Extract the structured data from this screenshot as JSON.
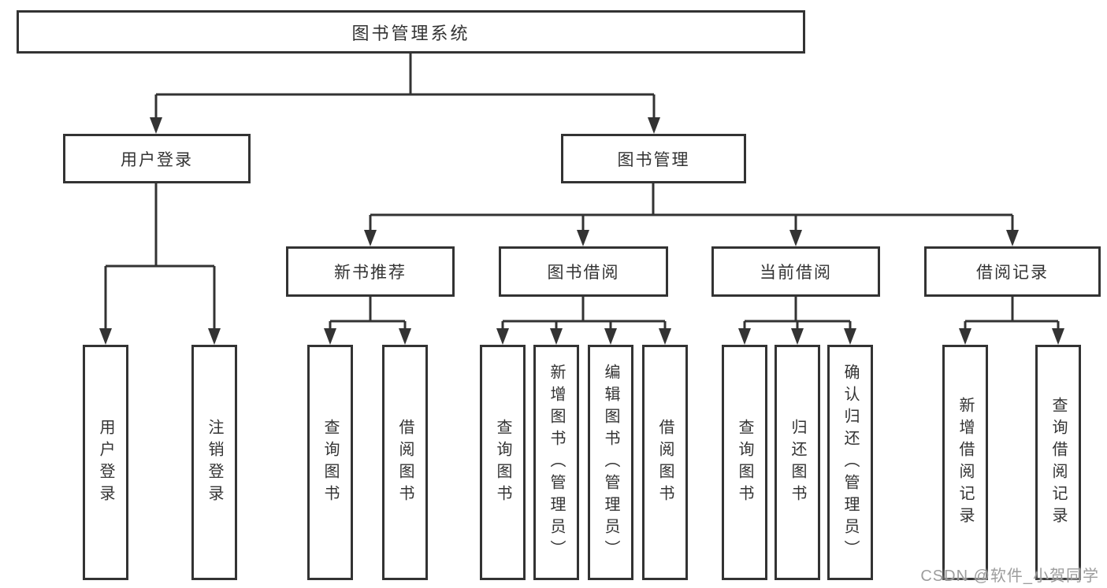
{
  "root": {
    "label": "图书管理系统"
  },
  "level2": {
    "user_login": {
      "label": "用户登录"
    },
    "book_mgmt": {
      "label": "图书管理"
    }
  },
  "level3": {
    "new_books": {
      "label": "新书推荐"
    },
    "book_borrow": {
      "label": "图书借阅"
    },
    "current_borrow": {
      "label": "当前借阅"
    },
    "borrow_records": {
      "label": "借阅记录"
    }
  },
  "leaves": [
    {
      "parent": "用户登录",
      "label": "用户登录"
    },
    {
      "parent": "用户登录",
      "label": "注销登录"
    },
    {
      "parent": "新书推荐",
      "label": "查询图书"
    },
    {
      "parent": "新书推荐",
      "label": "借阅图书"
    },
    {
      "parent": "图书借阅",
      "label": "查询图书"
    },
    {
      "parent": "图书借阅",
      "label": "新增图书（管理员）"
    },
    {
      "parent": "图书借阅",
      "label": "编辑图书（管理员）"
    },
    {
      "parent": "图书借阅",
      "label": "借阅图书"
    },
    {
      "parent": "当前借阅",
      "label": "查询图书"
    },
    {
      "parent": "当前借阅",
      "label": "归还图书"
    },
    {
      "parent": "当前借阅",
      "label": "确认归还（管理员）"
    },
    {
      "parent": "借阅记录",
      "label": "新增借阅记录"
    },
    {
      "parent": "借阅记录",
      "label": "查询借阅记录"
    }
  ],
  "watermark": {
    "text": "CSDN @软件_小贺同学"
  },
  "colors": {
    "line": "#333333",
    "text": "#333333",
    "background": "#ffffff",
    "watermark": "#989898"
  }
}
